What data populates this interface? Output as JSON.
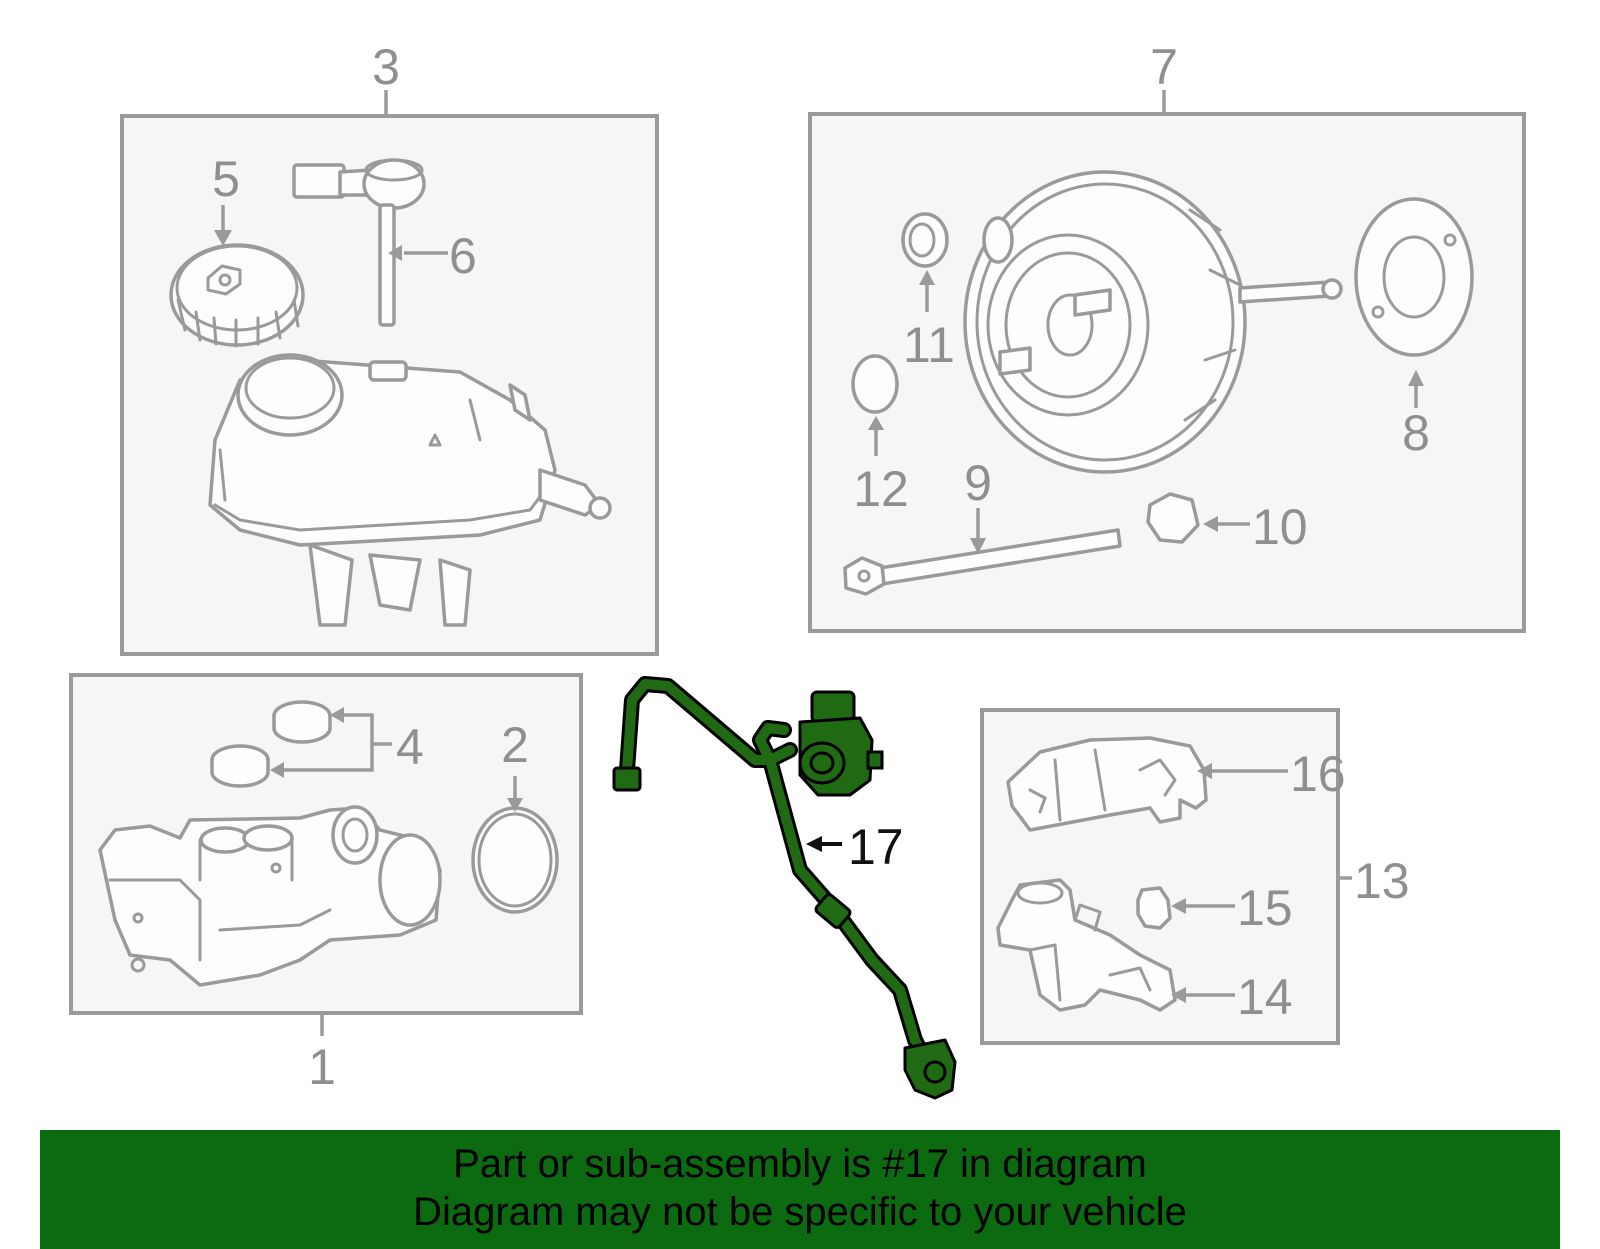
{
  "callouts": {
    "c1": "1",
    "c2": "2",
    "c3": "3",
    "c4": "4",
    "c5": "5",
    "c6": "6",
    "c7": "7",
    "c8": "8",
    "c9": "9",
    "c10": "10",
    "c11": "11",
    "c12": "12",
    "c13": "13",
    "c14": "14",
    "c15": "15",
    "c16": "16",
    "c17": "17"
  },
  "highlighted_part": "17",
  "colors": {
    "highlight": "#1f6a12",
    "banner": "#0c6a11",
    "line_art": "#9a9a9a"
  },
  "banner": {
    "line1": "Part or sub-assembly is #17 in diagram",
    "line2": "Diagram may not be specific to your vehicle"
  }
}
